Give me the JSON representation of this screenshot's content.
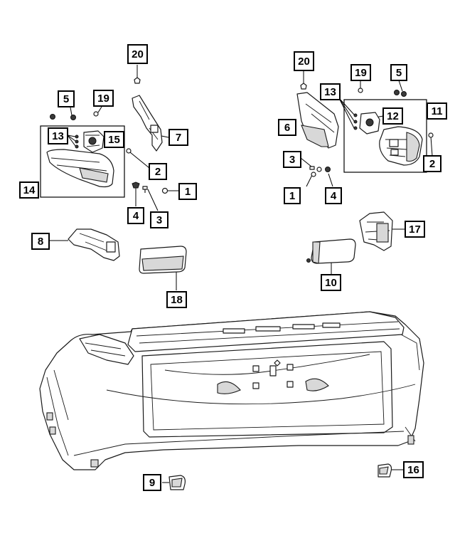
{
  "callouts": [
    {
      "id": "c20a",
      "label": "20"
    },
    {
      "id": "c5a",
      "label": "5"
    },
    {
      "id": "c19a",
      "label": "19"
    },
    {
      "id": "c13a",
      "label": "13"
    },
    {
      "id": "c15",
      "label": "15"
    },
    {
      "id": "c7",
      "label": "7"
    },
    {
      "id": "c14",
      "label": "14"
    },
    {
      "id": "c2a",
      "label": "2"
    },
    {
      "id": "c1a",
      "label": "1"
    },
    {
      "id": "c4a",
      "label": "4"
    },
    {
      "id": "c3a",
      "label": "3"
    },
    {
      "id": "c8",
      "label": "8"
    },
    {
      "id": "c18",
      "label": "18"
    },
    {
      "id": "c20b",
      "label": "20"
    },
    {
      "id": "c19b",
      "label": "19"
    },
    {
      "id": "c5b",
      "label": "5"
    },
    {
      "id": "c13b",
      "label": "13"
    },
    {
      "id": "c11",
      "label": "11"
    },
    {
      "id": "c12",
      "label": "12"
    },
    {
      "id": "c6",
      "label": "6"
    },
    {
      "id": "c2b",
      "label": "2"
    },
    {
      "id": "c3b",
      "label": "3"
    },
    {
      "id": "c1b",
      "label": "1"
    },
    {
      "id": "c4b",
      "label": "4"
    },
    {
      "id": "c17",
      "label": "17"
    },
    {
      "id": "c10",
      "label": "10"
    },
    {
      "id": "c9",
      "label": "9"
    },
    {
      "id": "c16",
      "label": "16"
    }
  ]
}
